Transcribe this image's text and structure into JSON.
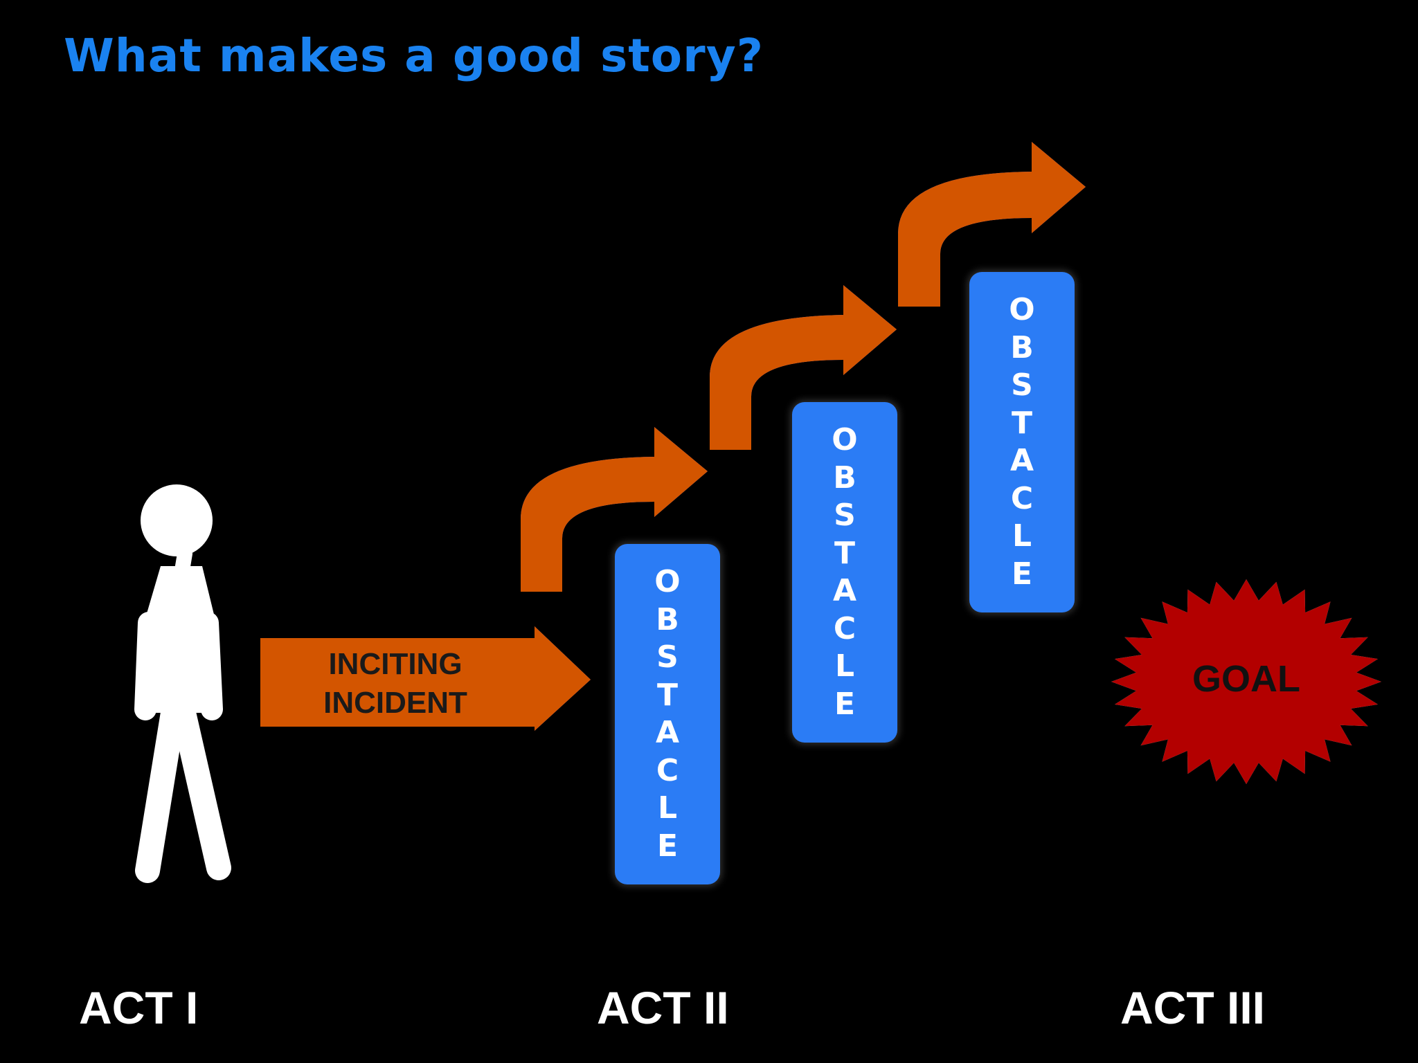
{
  "title": "What makes a good story?",
  "colors": {
    "background": "#000000",
    "title": "#1a82f0",
    "arrow": "#d35400",
    "obstacle": "#2b7cf5",
    "goal": "#b30000",
    "figure": "#ffffff"
  },
  "inciting_incident": {
    "line1": "INCITING",
    "line2": "INCIDENT"
  },
  "obstacles": [
    {
      "letters": [
        "O",
        "B",
        "S",
        "T",
        "A",
        "C",
        "L",
        "E"
      ]
    },
    {
      "letters": [
        "O",
        "B",
        "S",
        "T",
        "A",
        "C",
        "L",
        "E"
      ]
    },
    {
      "letters": [
        "O",
        "B",
        "S",
        "T",
        "A",
        "C",
        "L",
        "E"
      ]
    }
  ],
  "goal": "GOAL",
  "acts": [
    "ACT I",
    "ACT II",
    "ACT III"
  ],
  "icons": {
    "figure": "stick-figure-icon",
    "arrow": "arrow-icon",
    "goal": "starburst-icon"
  }
}
